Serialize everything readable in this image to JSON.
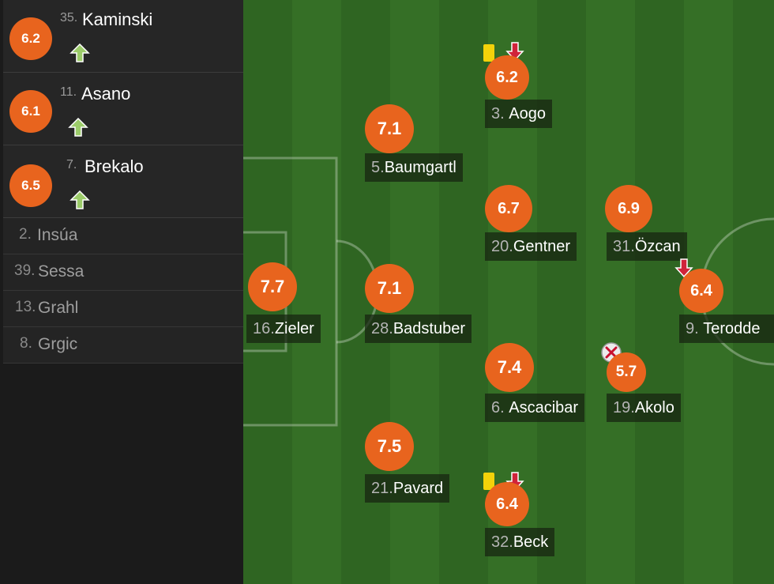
{
  "substitutes": [
    {
      "rating": "6.2",
      "number": "35.",
      "name": "Kaminski",
      "arrow": "sub-in-arrow-icon"
    },
    {
      "rating": "6.1",
      "number": "11.",
      "name": "Asano",
      "arrow": "sub-in-arrow-icon"
    },
    {
      "rating": "6.5",
      "number": "7.",
      "name": "Brekalo",
      "arrow": "sub-in-arrow-icon"
    }
  ],
  "bench": [
    {
      "number": "2.",
      "name": "Insúa"
    },
    {
      "number": "39.",
      "name": "Sessa"
    },
    {
      "number": "13.",
      "name": "Grahl"
    },
    {
      "number": "8.",
      "name": "Grgic"
    }
  ],
  "players": [
    {
      "rating": "7.7",
      "number": "16.",
      "name": "Zieler"
    },
    {
      "rating": "7.1",
      "number": "5.",
      "name": "Baumgartl"
    },
    {
      "rating": "7.1",
      "number": "28.",
      "name": "Badstuber"
    },
    {
      "rating": "7.5",
      "number": "21.",
      "name": "Pavard"
    },
    {
      "rating": "6.2",
      "number": "3.",
      "name": "Aogo"
    },
    {
      "rating": "6.7",
      "number": "20.",
      "name": "Gentner"
    },
    {
      "rating": "7.4",
      "number": "6.",
      "name": "Ascacibar"
    },
    {
      "rating": "6.4",
      "number": "32.",
      "name": "Beck"
    },
    {
      "rating": "6.9",
      "number": "31.",
      "name": "Özcan"
    },
    {
      "rating": "5.7",
      "number": "19.",
      "name": "Akolo"
    },
    {
      "rating": "6.4",
      "number": "9.",
      "name": "Terodde"
    }
  ],
  "colors": {
    "rating_badge": "#e8641e",
    "pitch_light": "#3b7a2b",
    "pitch_dark": "#326c24",
    "yellow_card": "#f3d20a",
    "sub_out_arrow": "#d0233a",
    "sub_in_arrow": "#9ccc6a"
  },
  "icons": {
    "yellow_card": "yellow-card-icon",
    "sub_out": "sub-out-arrow-icon",
    "injury": "injury-icon"
  }
}
